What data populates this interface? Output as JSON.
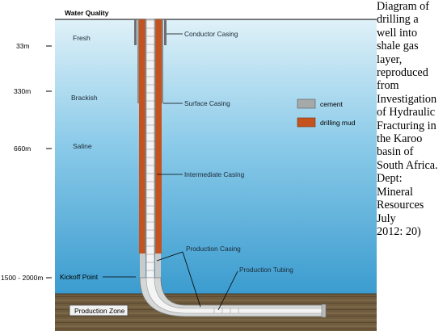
{
  "diagram": {
    "header": "Water Quality",
    "depths": [
      "33m",
      "330m",
      "660m",
      "1500 - 2000m"
    ],
    "zones": [
      "Fresh",
      "Brackish",
      "Saline"
    ],
    "kickoff_label": "Kickoff Point",
    "production_zone_label": "Production Zone",
    "casing_labels": [
      "Conductor Casing",
      "Surface Casing",
      "Intermediate Casing",
      "Production Casing",
      "Production Tubing"
    ],
    "legend": [
      {
        "label": "cement",
        "color": "#a6a9a9"
      },
      {
        "label": "drilling mud",
        "color": "#c4531f"
      }
    ],
    "colors": {
      "water_top": "#d9eef7",
      "water_bottom": "#3e9fd0",
      "ground": "#6e5a3c"
    }
  },
  "caption_lines": [
    "Diagram of",
    "drilling a",
    "well into",
    "shale gas",
    "layer,",
    "reproduced",
    "from",
    "Investigation",
    "of Hydraulic",
    "Fracturing in",
    "the Karoo",
    "basin of",
    "South Africa.",
    "Dept:",
    "Mineral",
    "Resources",
    "July",
    "2012: 20)"
  ]
}
